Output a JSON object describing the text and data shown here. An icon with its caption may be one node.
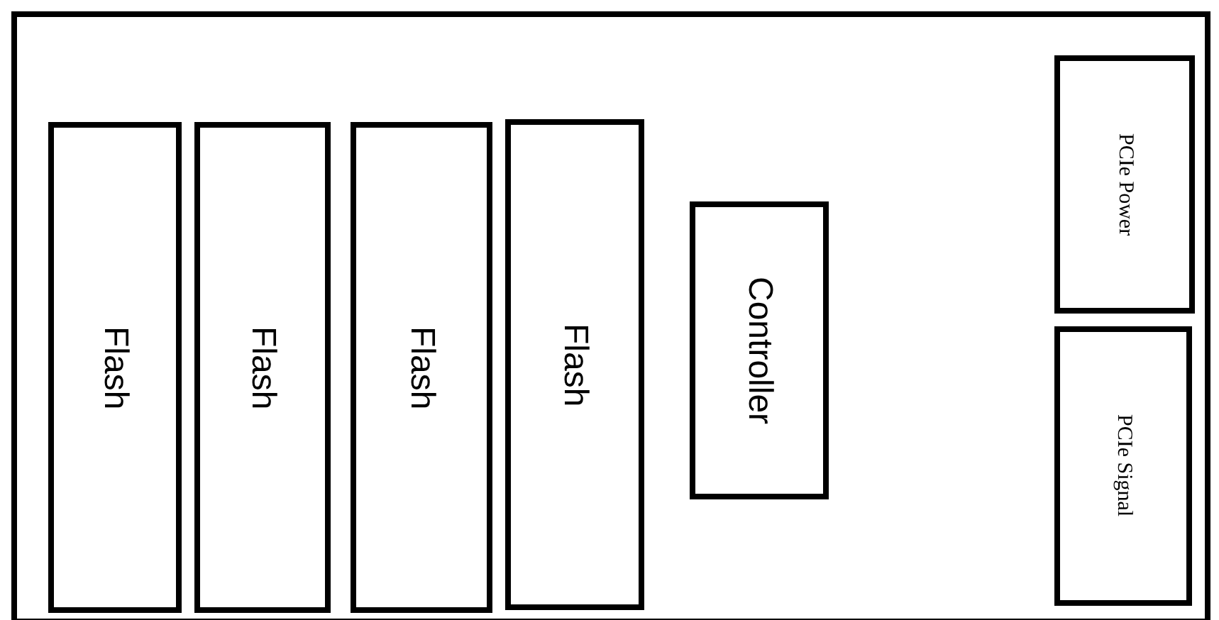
{
  "diagram": {
    "nodes": [
      {
        "text": [],
        "shape": "box"
      },
      {
        "text": [
          "Flash"
        ],
        "in": 0
      },
      {
        "text": [
          "Flash"
        ],
        "in": 0
      },
      {
        "text": [
          "Flash"
        ],
        "in": 0
      },
      {
        "text": [
          "Flash"
        ],
        "in": 0
      },
      {
        "text": [
          "Controller"
        ],
        "in": 0
      },
      {
        "text": [
          "PCIe Power"
        ],
        "in": 0
      },
      {
        "text": [
          "PCIe Signal"
        ],
        "in": 0
      }
    ]
  }
}
